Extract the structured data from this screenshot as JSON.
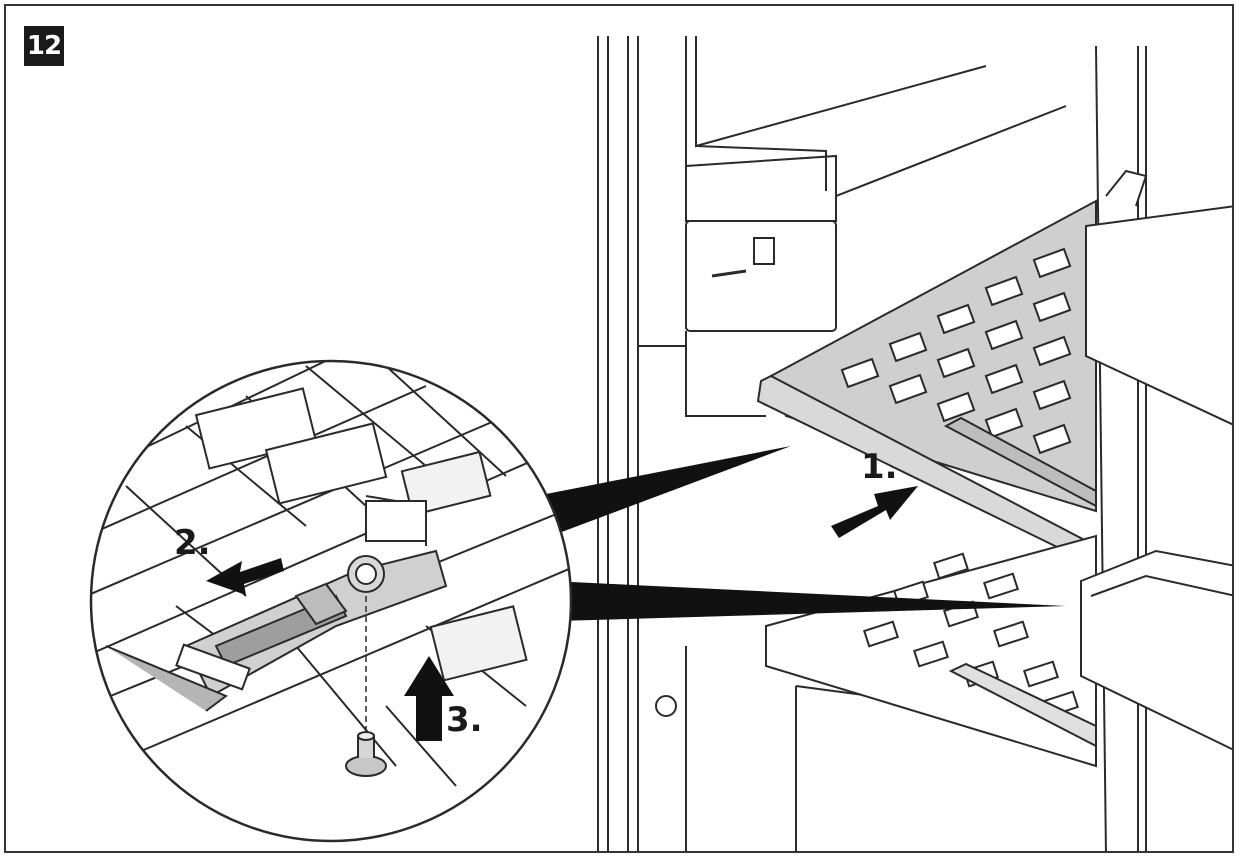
{
  "figure": {
    "number": "12",
    "steps": [
      {
        "label": "1."
      },
      {
        "label": "2."
      },
      {
        "label": "3."
      }
    ]
  },
  "colors": {
    "line": "#2a2a2a",
    "shelf_fill": "#cfcfcf",
    "pointer": "#111111",
    "badge_bg": "#1a1a1a"
  }
}
